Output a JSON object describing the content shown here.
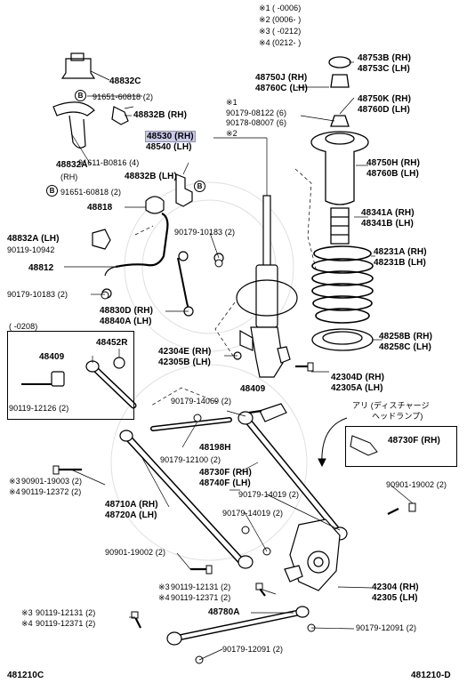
{
  "legend": [
    {
      "mark": "※1",
      "text": "(      -0006)"
    },
    {
      "mark": "※2",
      "text": "(0006-      )"
    },
    {
      "mark": "※3",
      "text": "(      -0212)"
    },
    {
      "mark": "※4",
      "text": "(0212-      )"
    }
  ],
  "parts": {
    "p48832C": "48832C",
    "p91651_1": "91651-60818 (2)",
    "p48832B_rh": "48832B (RH)",
    "p48530": "48530 (RH)",
    "p48540": "48540 (LH)",
    "p48832A_top": "48832A",
    "p48832A_rh": "(RH)",
    "p91611": "91611-B0816 (4)",
    "p48832B_lh": "48832B (LH)",
    "p91651_2": "91651-60818 (2)",
    "p48818": "48818",
    "p48832A_lh": "48832A (LH)",
    "p90119_10942": "90119-10942",
    "p48812": "48812",
    "p90179_10183a": "90179-10183 (2)",
    "p90179_10183b": "90179-10183 (2)",
    "p48830D": "48830D (RH)",
    "p48840A": "48840A (LH)",
    "p48750J": "48750J (RH)",
    "p48760C": "48760C (LH)",
    "p90179_08122": "90179-08122 (6)",
    "p90178_08007": "90178-08007 (6)",
    "p48753B": "48753B (RH)",
    "p48753C": "48753C (LH)",
    "p48750K": "48750K (RH)",
    "p48760D": "48760D (LH)",
    "p48750H": "48750H (RH)",
    "p48760B": "48760B (LH)",
    "p48341A": "48341A (RH)",
    "p48341B": "48341B (LH)",
    "p48231A": "48231A (RH)",
    "p48231B": "48231B (LH)",
    "p48258B": "48258B (RH)",
    "p48258C": "48258C (LH)",
    "p42304E": "42304E (RH)",
    "p42305B": "42305B (LH)",
    "p42304D": "42304D (RH)",
    "p42305A": "42305A (LH)",
    "box_range": "(      -0208)",
    "p48452R": "48452R",
    "p48409_box": "48409",
    "p90119_12126": "90119-12126 (2)",
    "p90179_14069": "90179-14069 (2)",
    "p48409": "48409",
    "p48198H": "48198H",
    "p90179_12100": "90179-12100 (2)",
    "p48730F_main": "48730F (RH)",
    "p48740F": "48740F (LH)",
    "p90901_19003": "90901-19003 (2)",
    "p90119_12372": "90119-12372 (2)",
    "p48710A": "48710A (RH)",
    "p48720A": "48720A (LH)",
    "p90179_14019a": "90179-14019 (2)",
    "p90179_14019b": "90179-14019 (2)",
    "p90901_19002a": "90901-19002 (2)",
    "p90901_19002b": "90901-19002 (2)",
    "p90119_12131a": "90119-12131 (2)",
    "p90119_12371a": "90119-12371 (2)",
    "p42304": "42304 (RH)",
    "p42305": "42305 (LH)",
    "p48780A": "48780A",
    "p90119_12131b": "90119-12131 (2)",
    "p90119_12371b": "90119-12371 (2)",
    "p90179_12091a": "90179-12091 (2)",
    "p90179_12091b": "90179-12091 (2)",
    "p48730F_inset": "48730F (RH)",
    "inset_title1": "アリ (ディスチャージ",
    "inset_title2": "ヘッドランプ)"
  },
  "marks": {
    "m1": "※1",
    "m2": "※2",
    "m3": "※3",
    "m4": "※4",
    "b": "B"
  },
  "footer": {
    "left": "481210C",
    "right": "481210-D"
  }
}
